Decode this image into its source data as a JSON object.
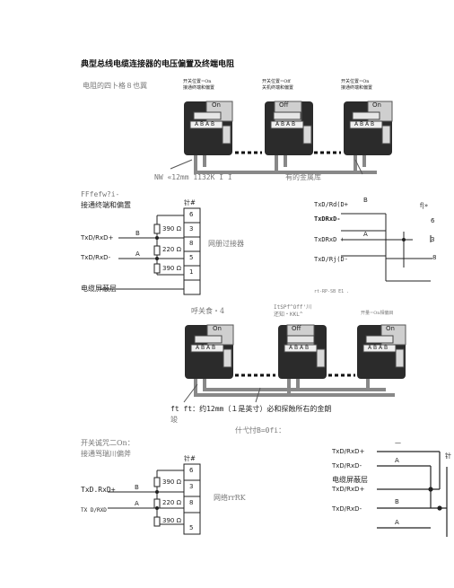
{
  "title": "典型总线电缆连接器的电压偏置及终端电阻",
  "fig1": {
    "caption_left": "电阻的四卜格８也冀",
    "top_labels": [
      "开关位置=On\n接通终端和偏置",
      "开关位置=Off\n关机终端和偏置",
      "开关位置=On\n接通终端和偏置"
    ],
    "connectors": [
      {
        "state": "On",
        "pins": "A B A B"
      },
      {
        "state": "Off",
        "pins": "A B A B"
      },
      {
        "state": "On",
        "pins": "A B A B"
      }
    ],
    "bottom_left": "NW «12mm 1132K I I",
    "bottom_right": "有的金属库"
  },
  "schem1": {
    "header": "FFfefw?i-",
    "subheader": "接通终端和偏置",
    "pin_header": "针#",
    "pins": [
      "6",
      "3",
      "8",
      "5",
      "1"
    ],
    "resistors": [
      "390 Ω",
      "220 Ω",
      "390 Ω"
    ],
    "labels": [
      "TxD/RxD+",
      "TxD/RxD-",
      "电缆屏蔽层"
    ],
    "line_b": "B",
    "line_a": "A",
    "center": "网册过接器",
    "right_labels": [
      "TxD/Rd(D+",
      "TxDRxD-",
      "TxDRxD +",
      "TxD/Rj(D-"
    ],
    "right_pin_header": "f|»",
    "right_pins": [
      "6",
      "3",
      "8"
    ],
    "right_b": "B",
    "right_a": "A",
    "right_bottom": "rt-RP-SB E1 ."
  },
  "fig2": {
    "label_left": "呼关食・4",
    "label_mid": "ItSPf^Off'川\n还知・KKL^",
    "label_right": "开量=On相偏目",
    "connectors": [
      {
        "state": "On",
        "pins": "A B A B"
      },
      {
        "state": "Off",
        "pins": "A B A B"
      },
      {
        "state": "On",
        "pins": "A B A B"
      }
    ],
    "caption1": "ft ft：约12mm（１是英寸）必和探蝕所右的金朗",
    "caption1b": "竣",
    "caption2": "什弋忖B=0fi："
  },
  "schem2": {
    "header": "开关诚咒二On：",
    "subheader": "接通骂瑞川偏斧",
    "pin_header": "针#",
    "pins": [
      "6",
      "3",
      "8",
      "5"
    ],
    "resistors": [
      "390 Ω",
      "220 Ω",
      "390 Ω"
    ],
    "labels": [
      "TxD.RxD+",
      "TX D/RXD"
    ],
    "line_b": "B",
    "line_a": "A",
    "center": "网络rrRK",
    "right_labels": [
      "TxD/RxD+",
      "TxD/RxD-",
      "电缆屏蔽层",
      "TxD/RxD+",
      "TxD/RxD-"
    ],
    "right_b": "B",
    "right_a": "A",
    "right_pin_header": "针"
  }
}
